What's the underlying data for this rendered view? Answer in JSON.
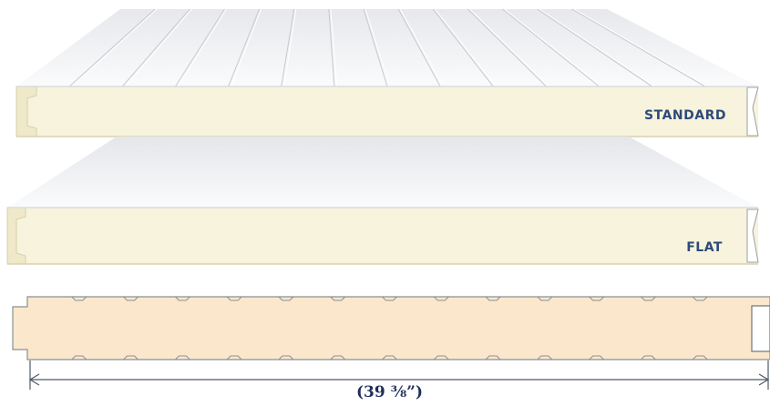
{
  "panels": [
    {
      "id": "standard",
      "label": "STANDARD",
      "surface": "ribbed"
    },
    {
      "id": "flat",
      "label": "FLAT",
      "surface": "flat"
    }
  ],
  "cross_section": {
    "dimension_label": "(39 ⅜”)"
  },
  "colors": {
    "label_text": "#2e4a7a",
    "panel_face": "#f7f3dc",
    "panel_face_edge": "#e8e1c0",
    "panel_top": "#f0f1f3",
    "section_fill": "#fbe8cc",
    "line": "#7b7f86",
    "dimension_line": "#4f5966",
    "dimension_text": "#1f2f57"
  }
}
